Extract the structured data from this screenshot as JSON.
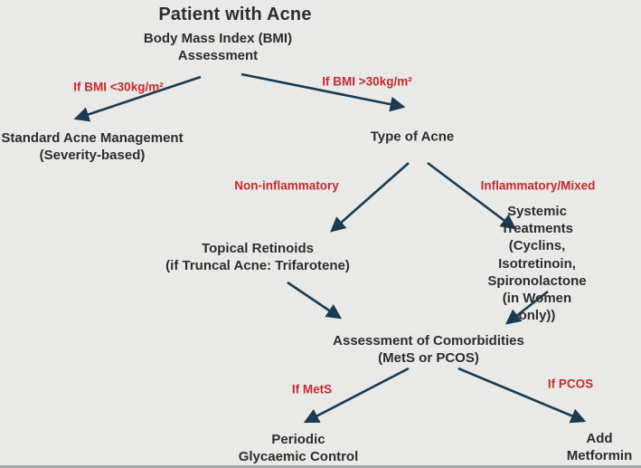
{
  "diagram": {
    "title": "Patient with Acne",
    "nodes": {
      "bmi_assessment": "Body Mass Index (BMI)\nAssessment",
      "standard_management": "Standard Acne Management\n(Severity-based)",
      "type_of_acne": "Type of Acne",
      "topical_retinoids": "Topical Retinoids\n(if Truncal Acne: Trifarotene)",
      "systemic_treatments": "Systemic Treatments\n(Cyclins, Isotretinoin,\nSpironolactone (in Women only))",
      "comorbidities": "Assessment of Comorbidities\n(MetS or PCOS)",
      "glycaemic_control": "Periodic\nGlycaemic Control",
      "add_metformin": "Add\nMetformin"
    },
    "edge_labels": {
      "bmi_low": "If BMI <30kg/m²",
      "bmi_high": "If BMI >30kg/m²",
      "non_inflammatory": "Non-inflammatory",
      "inflammatory_mixed": "Inflammatory/Mixed",
      "if_mets": "If MetS",
      "if_pcos": "If PCOS"
    },
    "colors": {
      "background": "#e9eae7",
      "text": "#2d2d2d",
      "accent_red": "#c5292f",
      "arrow": "#1b3b52"
    }
  }
}
